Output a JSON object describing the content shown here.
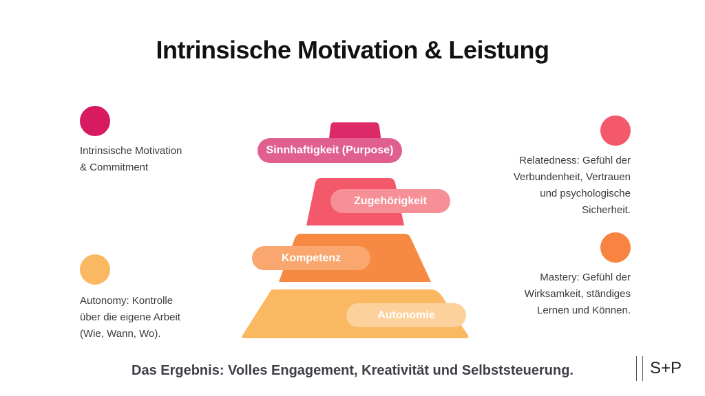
{
  "title": "Intrinsische Motivation & Leistung",
  "left_top": {
    "dot_color": "#d81b60",
    "lines": [
      "Intrinsische Motivation",
      "& Commitment"
    ]
  },
  "left_bottom": {
    "dot_color": "#fbb863",
    "lines": [
      "Autonomy: Kontrolle",
      "über die eigene Arbeit",
      "(Wie, Wann, Wo)."
    ]
  },
  "right_top": {
    "dot_color": "#f3586b",
    "lines": [
      "Relatedness: Gefühl der",
      "Verbundenheit, Vertrauen",
      "und psychologische",
      "Sicherheit."
    ]
  },
  "right_bottom": {
    "dot_color": "#f78440",
    "lines": [
      "Mastery: Gefühl der",
      "Wirksamkeit, ständiges",
      "Lernen und Können."
    ]
  },
  "pyramid": {
    "levels": [
      {
        "label": "Sinnhaftigkeit (Purpose)",
        "color": "#dc2a69",
        "pill_color": "#e05f8e"
      },
      {
        "label": "Zugehörigkeit",
        "color": "#f3586b",
        "pill_color": "#f78f97"
      },
      {
        "label": "Kompetenz",
        "color": "#f78a43",
        "pill_color": "#f9a76f"
      },
      {
        "label": "Autonomie",
        "color": "#fbb863",
        "pill_color": "#fcd19c"
      }
    ]
  },
  "result": "Das Ergebnis: Volles Engagement, Kreativität und Selbststeuerung.",
  "brand": "S+P"
}
